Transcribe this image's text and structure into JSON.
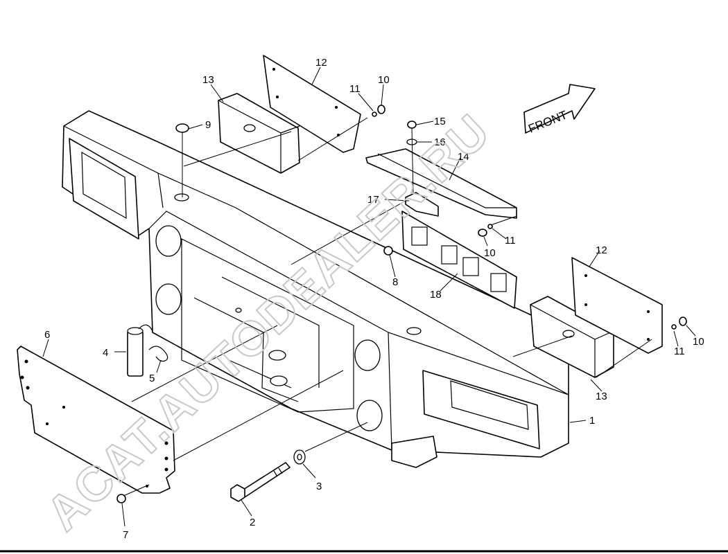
{
  "front_label": "FRONT",
  "watermarks": {
    "main": "ACAT.AUTODEALER.RU"
  },
  "callouts": {
    "c1": "1",
    "c2": "2",
    "c3": "3",
    "c4": "4",
    "c5": "5",
    "c6": "6",
    "c7": "7",
    "c8": "8",
    "c9": "9",
    "c10a": "10",
    "c10b": "10",
    "c10c": "10",
    "c11a": "11",
    "c11b": "11",
    "c11c": "11",
    "c12a": "12",
    "c12b": "12",
    "c13a": "13",
    "c13b": "13",
    "c14": "14",
    "c15": "15",
    "c16": "16",
    "c17": "17",
    "c18": "18"
  }
}
